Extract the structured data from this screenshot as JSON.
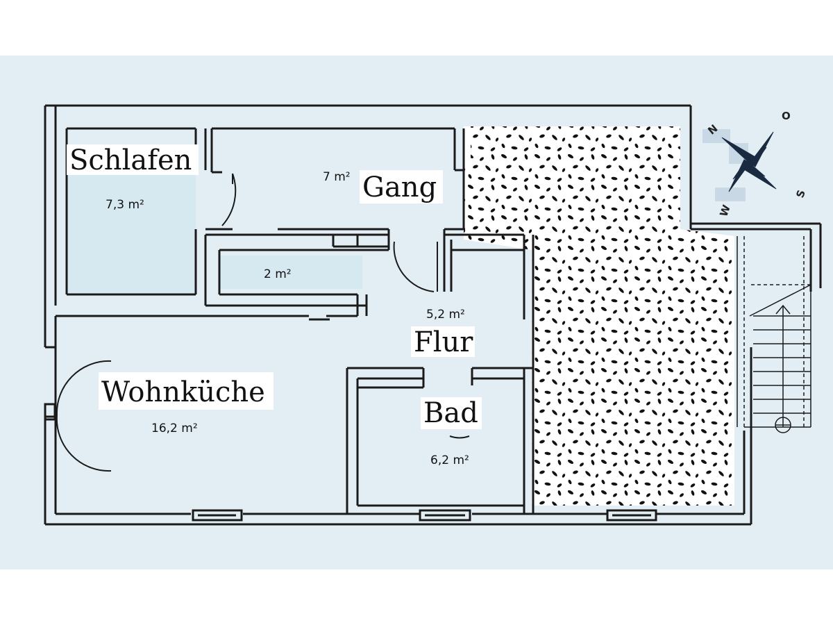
{
  "rooms": {
    "schlafen": {
      "name": "Schlafen",
      "area": "7,3 m²"
    },
    "gang": {
      "name": "Gang",
      "area": "7 m²"
    },
    "abstell": {
      "area": "2 m²"
    },
    "flur": {
      "name": "Flur",
      "area": "5,2 m²"
    },
    "wohnkueche": {
      "name": "Wohnküche",
      "area": "16,2 m²"
    },
    "bad": {
      "name": "Bad",
      "area": "6,2 m²"
    }
  },
  "compass": {
    "n": "N",
    "o": "O",
    "s": "S",
    "w": "W"
  },
  "colors": {
    "background": "#e2eef4",
    "wall": "#1a1a1a",
    "highlight": "#d6e8f0"
  }
}
